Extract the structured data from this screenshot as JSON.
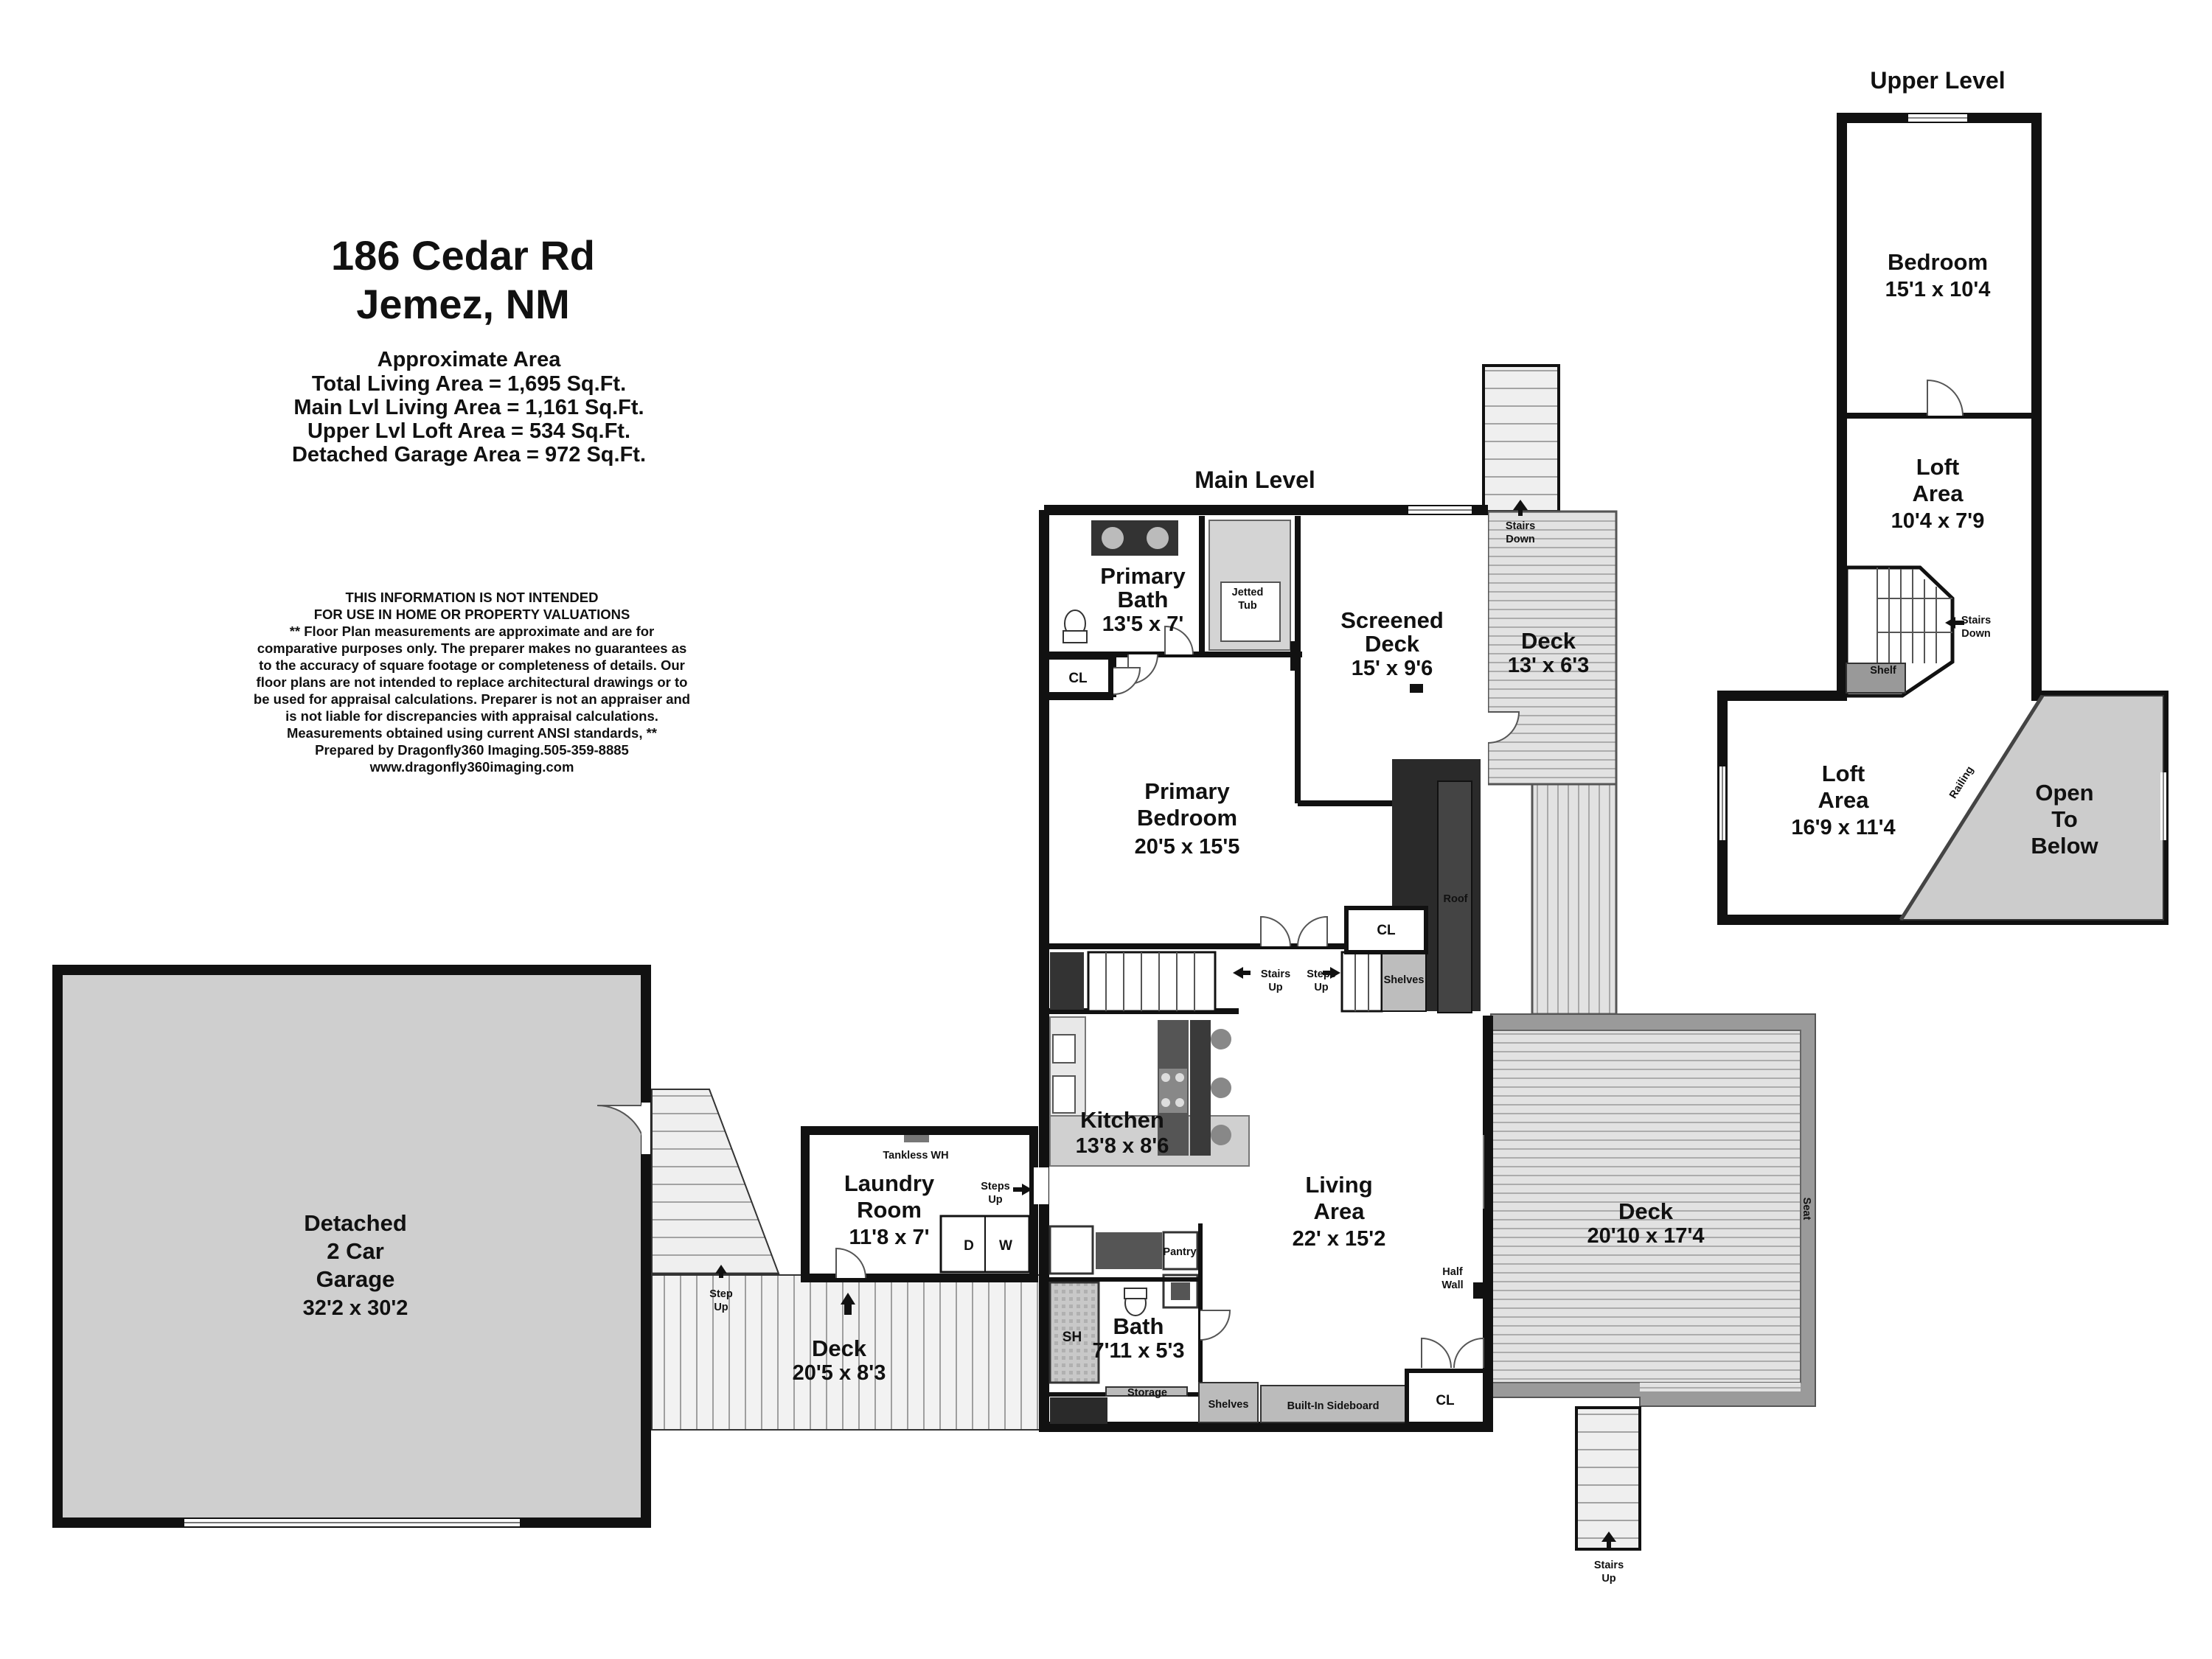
{
  "header": {
    "address": "186 Cedar Rd",
    "city": "Jemez, NM",
    "area_title": "Approximate Area",
    "area_lines": [
      "Total Living Area = 1,695 Sq.Ft.",
      "Main Lvl Living Area = 1,161 Sq.Ft.",
      "Upper Lvl Loft Area = 534 Sq.Ft.",
      "Detached Garage Area = 972 Sq.Ft."
    ]
  },
  "disclaimer": [
    "THIS INFORMATION IS NOT INTENDED",
    "FOR USE IN HOME OR PROPERTY VALUATIONS",
    "** Floor Plan measurements are approximate and are for",
    "comparative purposes only. The preparer makes no guarantees as",
    "to the accuracy of square footage or completeness of details. Our",
    "floor plans are not intended to replace architectural drawings or to",
    "be used for appraisal calculations. Preparer is not an appraiser and",
    "is not liable for discrepancies with appraisal calculations.",
    "Measurements obtained using current ANSI standards, **",
    "Prepared by Dragonfly360 Imaging.505-359-8885",
    "www.dragonfly360imaging.com"
  ],
  "levels": {
    "main": "Main Level",
    "upper": "Upper Level"
  },
  "rooms": {
    "primary_bath": {
      "name": [
        "Primary",
        "Bath"
      ],
      "dim": "13'5 x 7'"
    },
    "screened_deck": {
      "name": [
        "Screened",
        "Deck"
      ],
      "dim": "15' x 9'6"
    },
    "deck_top": {
      "name": [
        "Deck"
      ],
      "dim": "13' x 6'3"
    },
    "primary_bedroom": {
      "name": [
        "Primary",
        "Bedroom"
      ],
      "dim": "20'5 x 15'5"
    },
    "kitchen": {
      "name": [
        "Kitchen"
      ],
      "dim": "13'8 x 8'6"
    },
    "living": {
      "name": [
        "Living",
        "Area"
      ],
      "dim": "22' x 15'2"
    },
    "laundry": {
      "name": [
        "Laundry",
        "Room"
      ],
      "dim": "11'8 x 7'"
    },
    "bath": {
      "name": [
        "Bath"
      ],
      "dim": "7'11 x 5'3"
    },
    "deck_right": {
      "name": [
        "Deck"
      ],
      "dim": "20'10 x 17'4"
    },
    "deck_left": {
      "name": [
        "Deck"
      ],
      "dim": "20'5 x 8'3"
    },
    "garage": {
      "name": [
        "Detached",
        "2 Car",
        "Garage"
      ],
      "dim": "32'2 x 30'2"
    },
    "upper_bedroom": {
      "name": [
        "Bedroom"
      ],
      "dim": "15'1 x 10'4"
    },
    "loft_top": {
      "name": [
        "Loft",
        "Area"
      ],
      "dim": "10'4 x 7'9"
    },
    "loft_bottom": {
      "name": [
        "Loft",
        "Area"
      ],
      "dim": "16'9 x 11'4"
    },
    "open_below": {
      "name": [
        "Open",
        "To",
        "Below"
      ]
    }
  },
  "labels": {
    "jetted_tub": [
      "Jetted",
      "Tub"
    ],
    "stairs_down": [
      "Stairs",
      "Down"
    ],
    "stairs_up": [
      "Stairs",
      "Up"
    ],
    "steps_up": [
      "Steps",
      "Up"
    ],
    "step_up": [
      "Step",
      "Up"
    ],
    "cl": "CL",
    "roof": "Roof",
    "shelves": "Shelves",
    "tankless": "Tankless WH",
    "dryer": "D",
    "washer": "W",
    "pantry": "Pantry",
    "half_wall": [
      "Half",
      "Wall"
    ],
    "sh": "SH",
    "storage": "Storage",
    "sideboard": "Built-In Sideboard",
    "seat": "Seat",
    "shelf": "Shelf",
    "railing": "Railing"
  }
}
